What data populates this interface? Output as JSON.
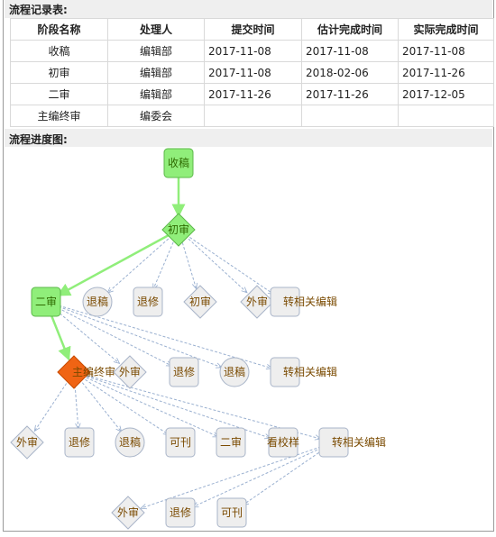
{
  "records_section": {
    "title": "流程记录表:",
    "headers": [
      "阶段名称",
      "处理人",
      "提交时间",
      "估计完成时间",
      "实际完成时间"
    ],
    "rows": [
      [
        "收稿",
        "编辑部",
        "2017-11-08",
        "2017-11-08",
        "2017-11-08"
      ],
      [
        "初审",
        "编辑部",
        "2017-11-08",
        "2018-02-06",
        "2017-11-26"
      ],
      [
        "二审",
        "编辑部",
        "2017-11-26",
        "2017-11-26",
        "2017-12-05"
      ],
      [
        "主编终审",
        "编委会",
        "",
        "",
        ""
      ]
    ]
  },
  "diagram_section": {
    "title": "流程进度图:",
    "nodes": [
      {
        "id": "n-shougao",
        "label": "收稿",
        "shape": "rect",
        "state": "done"
      },
      {
        "id": "n-chushen",
        "label": "初审",
        "shape": "diamond",
        "state": "done"
      },
      {
        "id": "n-ershen",
        "label": "二审",
        "shape": "rect",
        "state": "done"
      },
      {
        "id": "n-tuigao1",
        "label": "退稿",
        "shape": "circle",
        "state": "pending"
      },
      {
        "id": "n-tuixiu1",
        "label": "退修",
        "shape": "rect",
        "state": "pending"
      },
      {
        "id": "n-chushen2",
        "label": "初审",
        "shape": "diamond",
        "state": "pending"
      },
      {
        "id": "n-waishen1",
        "label": "外审",
        "shape": "diamond",
        "state": "pending"
      },
      {
        "id": "n-zhuanbianji1",
        "label": "转相关编辑",
        "shape": "rect",
        "state": "pending"
      },
      {
        "id": "n-zhubian",
        "label": "主编终审",
        "shape": "diamond",
        "state": "current"
      },
      {
        "id": "n-waishen2",
        "label": "外审",
        "shape": "diamond",
        "state": "pending"
      },
      {
        "id": "n-tuixiu2",
        "label": "退修",
        "shape": "rect",
        "state": "pending"
      },
      {
        "id": "n-tuigao2",
        "label": "退稿",
        "shape": "circle",
        "state": "pending"
      },
      {
        "id": "n-zhuanbianji2",
        "label": "转相关编辑",
        "shape": "rect",
        "state": "pending"
      },
      {
        "id": "n-waishen3",
        "label": "外审",
        "shape": "diamond",
        "state": "pending"
      },
      {
        "id": "n-tuixiu3",
        "label": "退修",
        "shape": "rect",
        "state": "pending"
      },
      {
        "id": "n-tuigao3",
        "label": "退稿",
        "shape": "circle",
        "state": "pending"
      },
      {
        "id": "n-kekan1",
        "label": "可刊",
        "shape": "rect",
        "state": "pending"
      },
      {
        "id": "n-ershen2",
        "label": "二审",
        "shape": "rect",
        "state": "pending"
      },
      {
        "id": "n-kanjiaoyang",
        "label": "看校样",
        "shape": "rect",
        "state": "pending"
      },
      {
        "id": "n-zhuanbianji3",
        "label": "转相关编辑",
        "shape": "rect",
        "state": "pending"
      },
      {
        "id": "n-waishen4",
        "label": "外审",
        "shape": "diamond",
        "state": "pending"
      },
      {
        "id": "n-tuixiu4",
        "label": "退修",
        "shape": "rect",
        "state": "pending"
      },
      {
        "id": "n-kekan2",
        "label": "可刊",
        "shape": "rect",
        "state": "pending"
      }
    ],
    "edges": [
      {
        "from": "n-shougao",
        "to": "n-chushen",
        "type": "done"
      },
      {
        "from": "n-chushen",
        "to": "n-ershen",
        "type": "done"
      },
      {
        "from": "n-ershen",
        "to": "n-zhubian",
        "type": "done"
      },
      {
        "from": "n-chushen",
        "to": "n-tuigao1",
        "type": "option"
      },
      {
        "from": "n-chushen",
        "to": "n-tuixiu1",
        "type": "option"
      },
      {
        "from": "n-chushen",
        "to": "n-chushen2",
        "type": "option"
      },
      {
        "from": "n-chushen",
        "to": "n-waishen1",
        "type": "option"
      },
      {
        "from": "n-chushen",
        "to": "n-zhuanbianji1",
        "type": "option"
      },
      {
        "from": "n-ershen",
        "to": "n-waishen2",
        "type": "option"
      },
      {
        "from": "n-ershen",
        "to": "n-tuixiu2",
        "type": "option"
      },
      {
        "from": "n-ershen",
        "to": "n-tuigao2",
        "type": "option"
      },
      {
        "from": "n-ershen",
        "to": "n-zhuanbianji2",
        "type": "option"
      },
      {
        "from": "n-zhubian",
        "to": "n-waishen3",
        "type": "option"
      },
      {
        "from": "n-zhubian",
        "to": "n-tuixiu3",
        "type": "option"
      },
      {
        "from": "n-zhubian",
        "to": "n-tuigao3",
        "type": "option"
      },
      {
        "from": "n-zhubian",
        "to": "n-kekan1",
        "type": "option"
      },
      {
        "from": "n-zhubian",
        "to": "n-ershen2",
        "type": "option"
      },
      {
        "from": "n-zhubian",
        "to": "n-kanjiaoyang",
        "type": "option"
      },
      {
        "from": "n-zhubian",
        "to": "n-zhuanbianji3",
        "type": "option"
      },
      {
        "from": "n-zhuanbianji3",
        "to": "n-waishen4",
        "type": "option"
      },
      {
        "from": "n-zhuanbianji3",
        "to": "n-tuixiu4",
        "type": "option"
      },
      {
        "from": "n-zhuanbianji3",
        "to": "n-kekan2",
        "type": "option"
      }
    ],
    "colors": {
      "done_fill": "#90ee7a",
      "done_stroke": "#5cb84a",
      "done_edge": "#90ee7a",
      "current_fill": "#f06414",
      "pending_fill": "#eeeeee",
      "pending_stroke": "#a8b4c8",
      "option_edge": "#9ab0d0",
      "label_text": "#7a4a00"
    }
  }
}
